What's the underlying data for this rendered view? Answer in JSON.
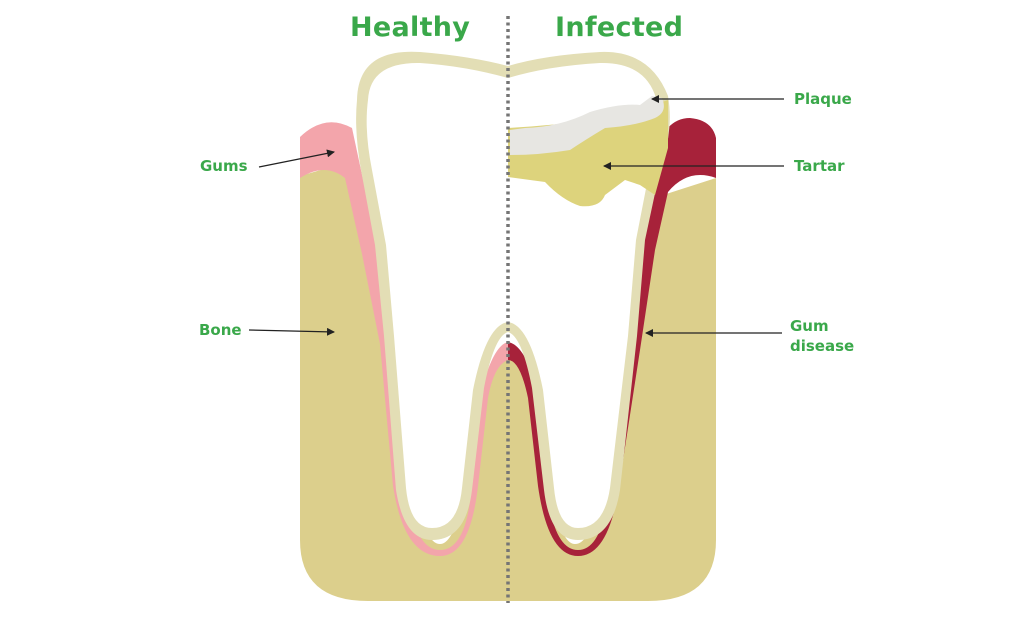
{
  "headings": {
    "healthy": "Healthy",
    "infected": "Infected"
  },
  "labels": {
    "gums": "Gums",
    "bone": "Bone",
    "plaque": "Plaque",
    "tartar": "Tartar",
    "gum_disease_line1": "Gum",
    "gum_disease_line2": "disease"
  },
  "colors": {
    "text_green": "#3aa84a",
    "bone": "#dccf8c",
    "enamel_outline": "#e3deb5",
    "tooth": "#ffffff",
    "gum_healthy": "#f3a5ab",
    "gum_infected": "#a7223a",
    "tartar": "#ddd37c",
    "plaque": "#e7e6e2",
    "divider": "#757575",
    "arrow": "#222222"
  }
}
